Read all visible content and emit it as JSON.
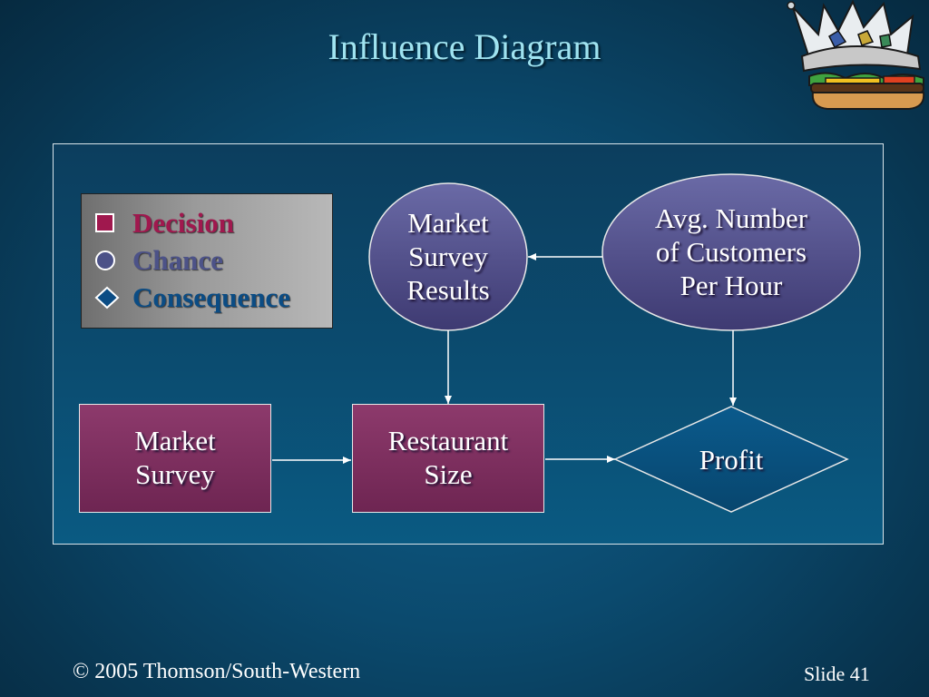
{
  "slide": {
    "title": "Influence Diagram",
    "footer_copyright": "© 2005  Thomson/South-Western",
    "footer_slide": "Slide 41"
  },
  "legend": {
    "items": [
      {
        "label": "Decision",
        "shape": "square",
        "color": "#a0184e"
      },
      {
        "label": "Chance",
        "shape": "circle",
        "color": "#4c5288"
      },
      {
        "label": "Consequence",
        "shape": "diamond",
        "color": "#0b4c84"
      }
    ]
  },
  "nodes": {
    "market_survey": {
      "line1": "Market",
      "line2": "Survey",
      "type": "decision"
    },
    "restaurant_size": {
      "line1": "Restaurant",
      "line2": "Size",
      "type": "decision"
    },
    "market_survey_results": {
      "line1": "Market",
      "line2": "Survey",
      "line3": "Results",
      "type": "chance"
    },
    "avg_customers": {
      "line1": "Avg. Number",
      "line2": "of Customers",
      "line3": "Per Hour",
      "type": "chance"
    },
    "profit": {
      "line1": "Profit",
      "type": "consequence"
    }
  },
  "edges": [
    {
      "from": "avg_customers",
      "to": "market_survey_results"
    },
    {
      "from": "market_survey_results",
      "to": "restaurant_size"
    },
    {
      "from": "avg_customers",
      "to": "profit"
    },
    {
      "from": "market_survey",
      "to": "restaurant_size"
    },
    {
      "from": "restaurant_size",
      "to": "profit"
    }
  ],
  "colors": {
    "title": "#9fe3f0",
    "decision_fill": "#7d2f61",
    "chance_fill": "#5a5690",
    "consequence_fill": "#0b4f80"
  }
}
